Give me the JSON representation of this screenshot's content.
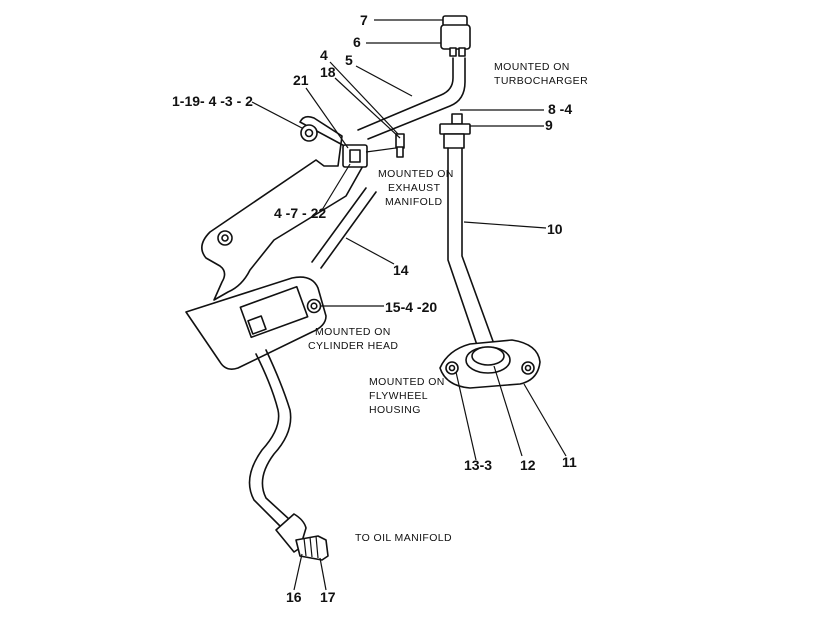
{
  "callouts": {
    "c7": "7",
    "c6": "6",
    "c4": "4",
    "c18": "18",
    "c5": "5",
    "c21": "21",
    "c1_19_4_3_2": "1-19- 4 -3 - 2",
    "c8_4": "8 -4",
    "c9": "9",
    "c10": "10",
    "c4_7_22": "4 -7 - 22",
    "c14": "14",
    "c15_4_20": "15-4 -20",
    "c13_3": "13-3",
    "c12": "12",
    "c11": "11",
    "c16": "16",
    "c17": "17"
  },
  "notes": {
    "turbo": [
      "MOUNTED ON",
      "TURBOCHARGER"
    ],
    "exhaust": [
      "MOUNTED ON",
      "EXHAUST",
      "MANIFOLD"
    ],
    "cylinder": [
      "MOUNTED ON",
      "CYLINDER HEAD"
    ],
    "flywheel": [
      "MOUNTED ON",
      "FLYWHEEL",
      "HOUSING"
    ],
    "oil": [
      "TO OIL MANIFOLD"
    ]
  }
}
